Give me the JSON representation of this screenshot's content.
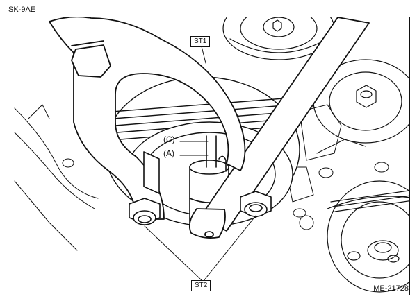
{
  "figure": {
    "code": "SK-9AE",
    "id": "ME-21728"
  },
  "callouts": {
    "st1": "ST1",
    "st2": "ST2",
    "c": "(C)",
    "a": "(A)"
  },
  "colors": {
    "line": "#111111",
    "background": "#ffffff"
  }
}
